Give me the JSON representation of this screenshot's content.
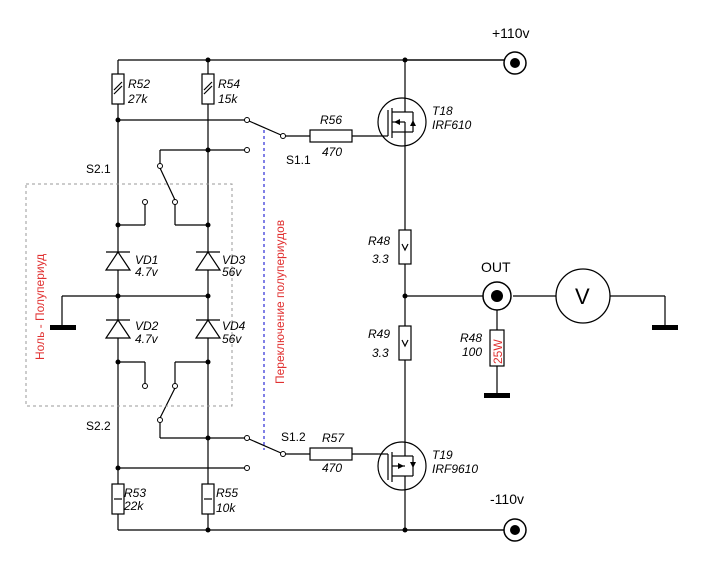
{
  "colors": {
    "wire": "#000000",
    "note": "#e03030",
    "dashed_line": "#0000cc",
    "dashed_box": "#999999"
  },
  "labels": {
    "plus_supply": "+110v",
    "minus_supply": "-110v",
    "out": "OUT",
    "s21": "S2.1",
    "s22": "S2.2",
    "s11": "S1.1",
    "s12": "S1.2",
    "r52_name": "R52",
    "r52_val": "27k",
    "r54_name": "R54",
    "r54_val": "15k",
    "r53_name": "R53",
    "r53_val": "22k",
    "r55_name": "R55",
    "r55_val": "10k",
    "r56_name": "R56",
    "r56_val": "470",
    "r57_name": "R57",
    "r57_val": "470",
    "r48a_name": "R48",
    "r48a_val": "3.3",
    "r49_name": "R49",
    "r49_val": "3.3",
    "r48b_name": "R48",
    "r48b_val": "100",
    "r48b_power": "25W",
    "t18_name": "T18",
    "t18_part": "IRF610",
    "t19_name": "T19",
    "t19_part": "IRF9610",
    "vd1_name": "VD1",
    "vd1_val": "4.7v",
    "vd2_name": "VD2",
    "vd2_val": "4.7v",
    "vd3_name": "VD3",
    "vd3_val": "56v",
    "vd4_name": "VD4",
    "vd4_val": "56v",
    "voltmeter": "V",
    "note_left": "Ноль - Полупериуд",
    "note_mid": "Переключение полупериудов"
  }
}
